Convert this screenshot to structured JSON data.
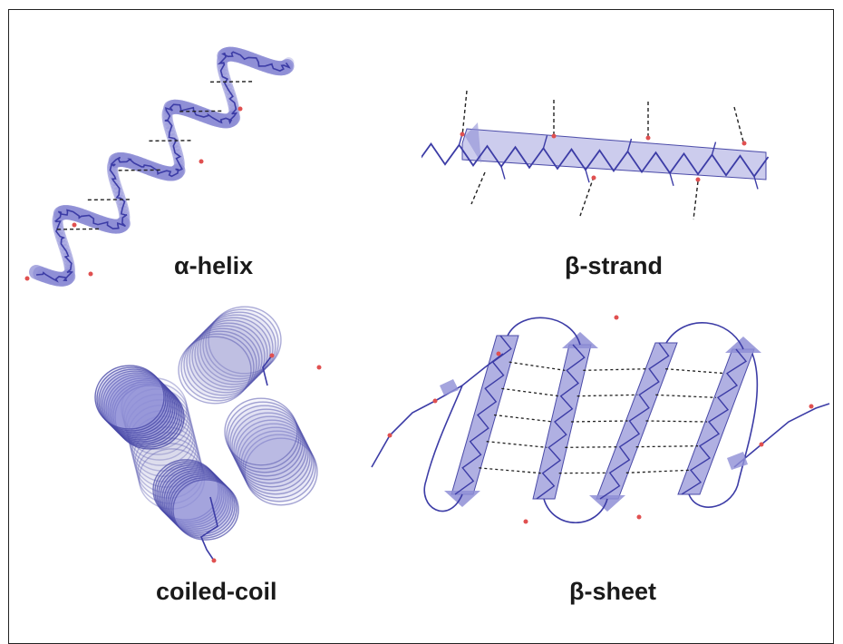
{
  "figure": {
    "panels": [
      {
        "id": "alpha-helix",
        "label": "α-helix"
      },
      {
        "id": "beta-strand",
        "label": "β-strand"
      },
      {
        "id": "coiled-coil",
        "label": "coiled-coil"
      },
      {
        "id": "beta-sheet",
        "label": "β-sheet"
      }
    ],
    "colors": {
      "ribbon": "#8f8fd6",
      "ribbon_edge": "#4a4aa8",
      "backbone": "#3c3ca6",
      "oxygen": "#e05050",
      "hbond": "#222222"
    }
  }
}
